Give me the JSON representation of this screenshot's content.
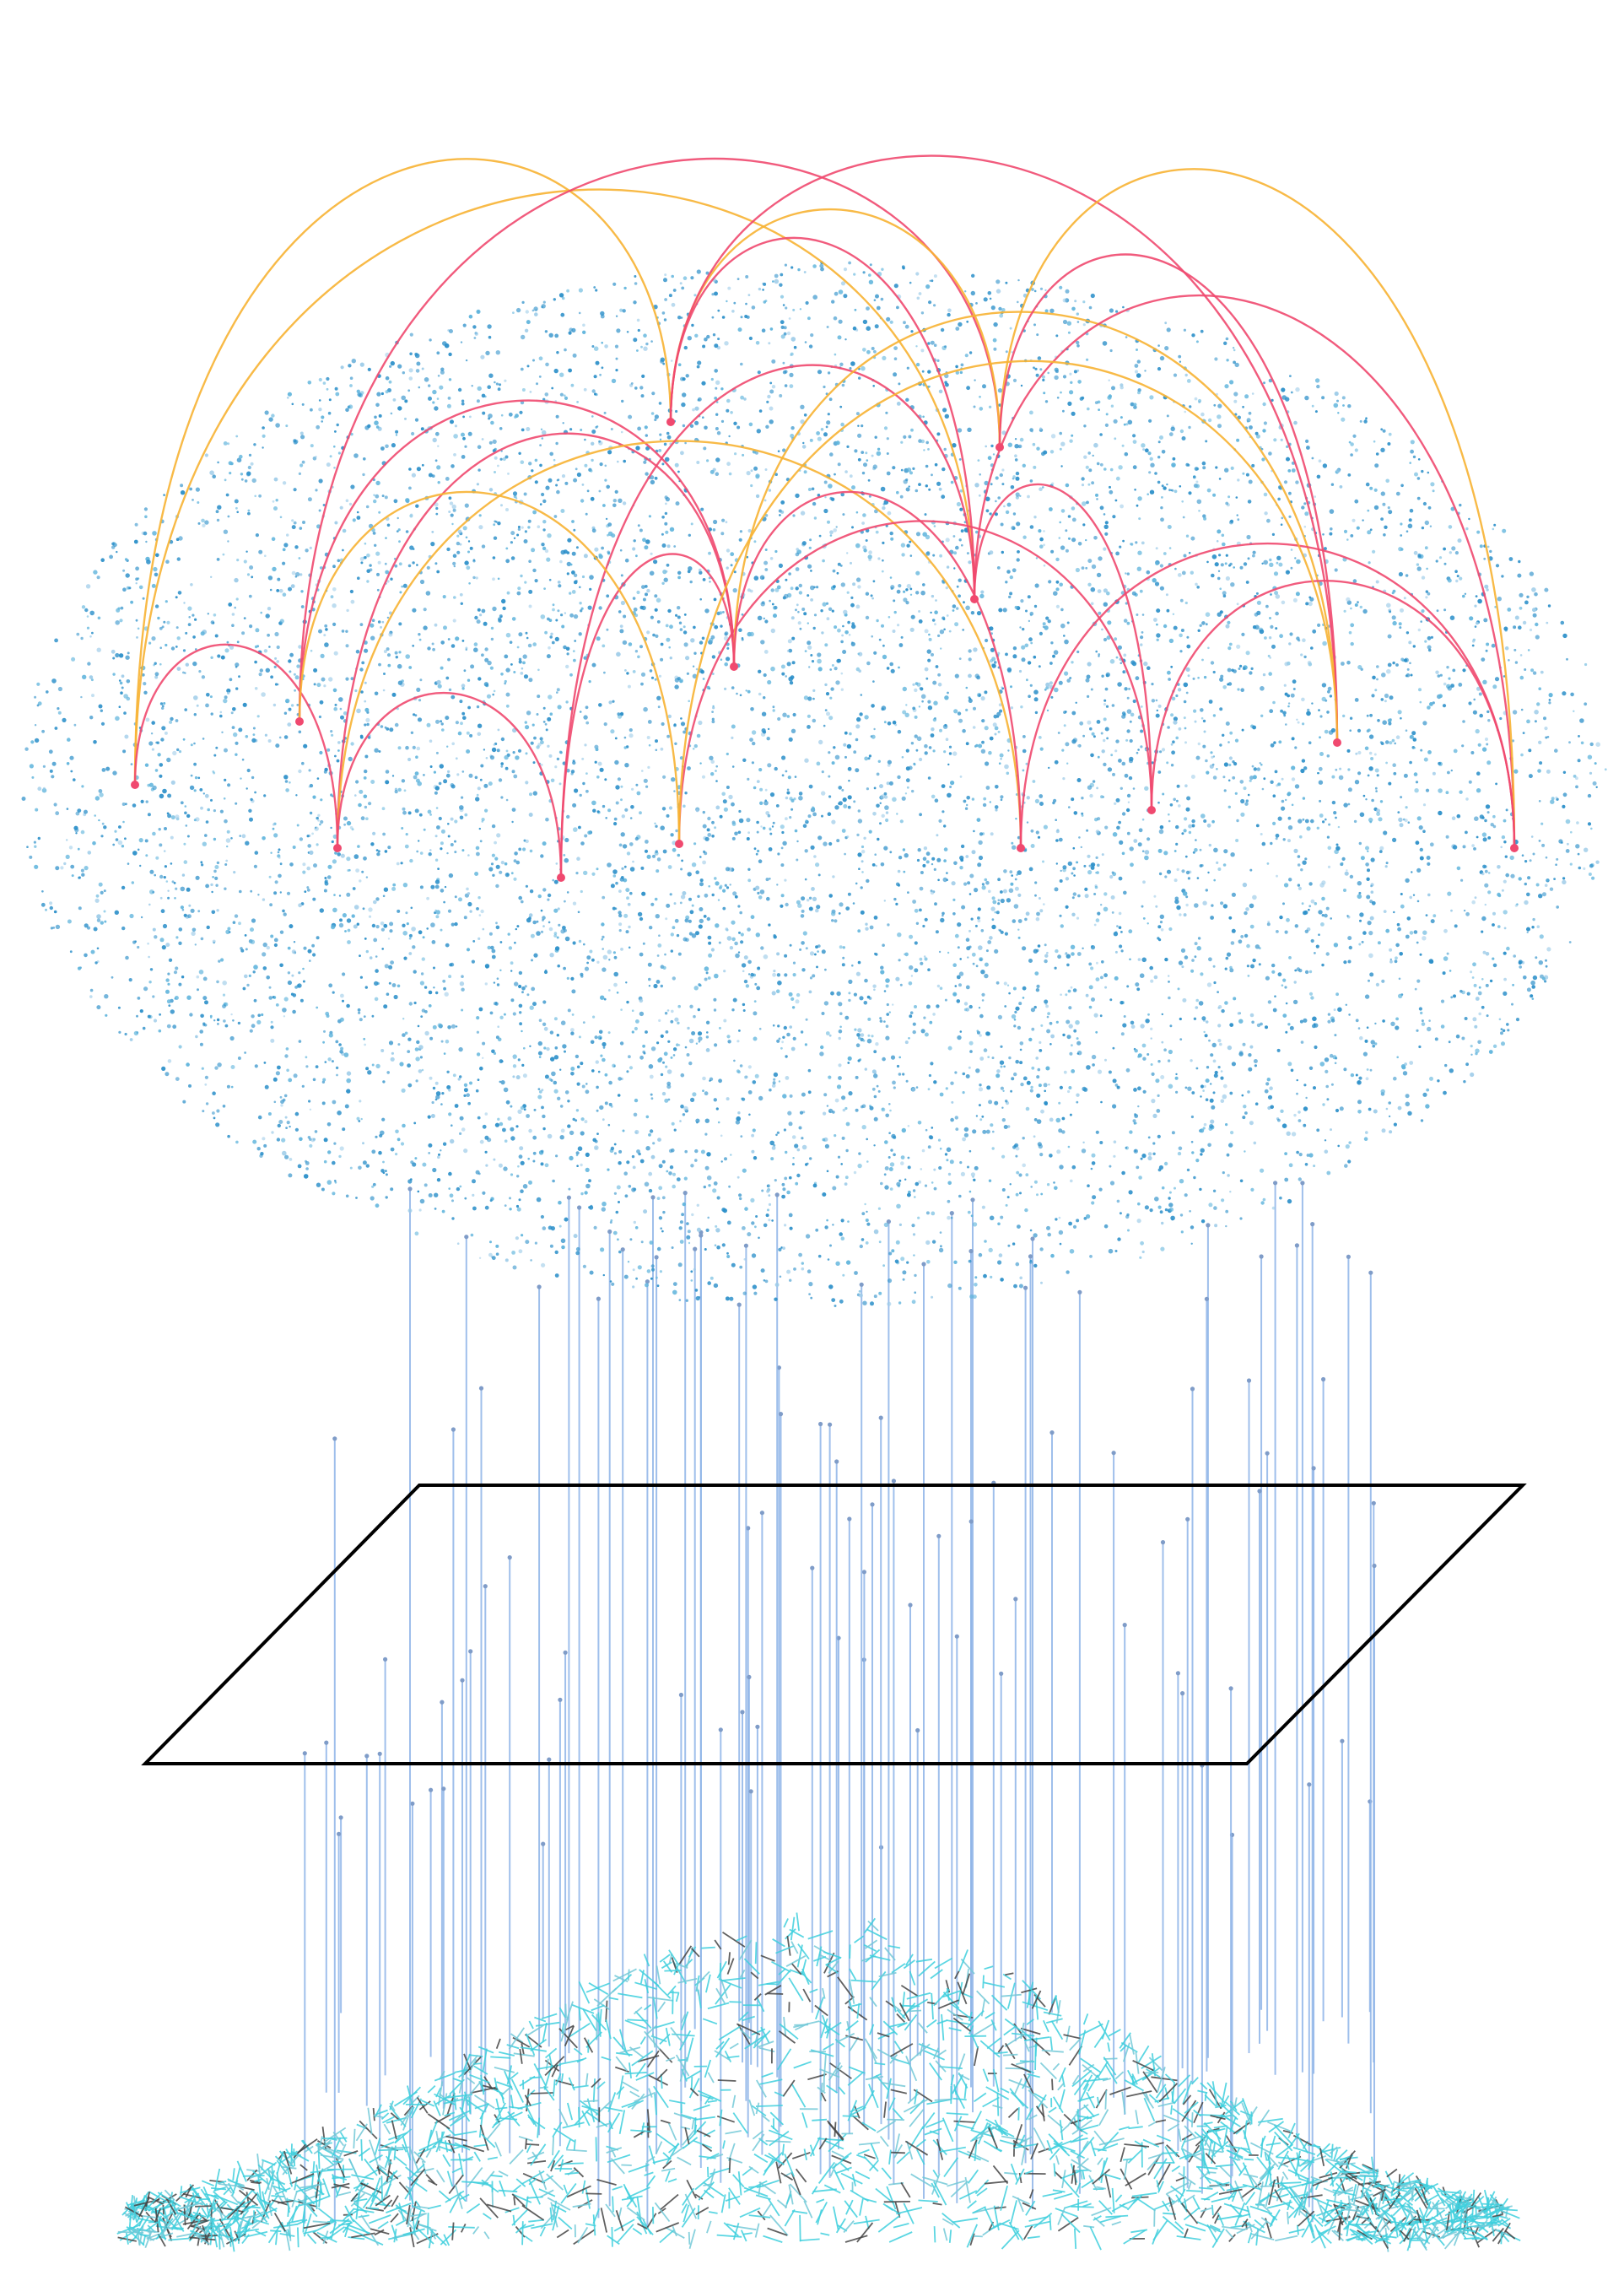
{
  "diagram": {
    "layers": [
      {
        "name": "cloud",
        "point_color": "#2b8fc9",
        "arc_colors": [
          "#f0496f",
          "#f7b233"
        ]
      },
      {
        "name": "plane",
        "stroke_color": "#000000"
      },
      {
        "name": "mound",
        "stick_colors": [
          "#3fd0de",
          "#454545",
          "#74c9d8"
        ]
      }
    ],
    "connector_color": "#8fb5e8"
  }
}
